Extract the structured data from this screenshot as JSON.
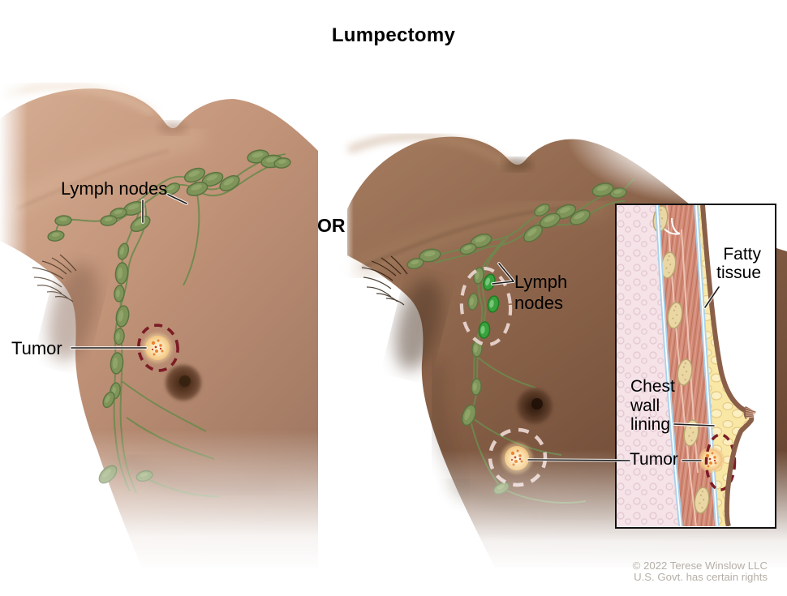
{
  "title": "Lumpectomy",
  "or_connector": "OR",
  "left_figure": {
    "description": "breast illustration, lighter skin tone",
    "lymph_nodes_label": "Lymph nodes",
    "tumor_label": "Tumor"
  },
  "right_figure": {
    "description": "breast illustration, darker skin tone, lymph nodes and tumor circled with dashed markers",
    "lymph_nodes_label": "Lymph nodes"
  },
  "inset": {
    "description": "cross-section of breast and chest wall",
    "fatty_tissue_label": "Fatty tissue",
    "chest_wall_lining_label": "Chest wall lining",
    "tumor_label": "Tumor"
  },
  "credit": {
    "line1": "© 2022 Terese Winslow LLC",
    "line2": "U.S. Govt. has certain rights"
  },
  "colors": {
    "skin_light": "#c49a82",
    "skin_dark": "#8a6249",
    "lymph_node_green": "#7e9459",
    "lymph_node_bright_green": "#3aa23c",
    "tumor_dash_maroon": "#7c1b25",
    "selection_dash_pink": "#ead7d2",
    "fat_yellow": "#f9e7a6",
    "muscle_red": "#d18a77",
    "chest_wall_lining_blue": "#a9d2ec",
    "rib_tan": "#ead7a4",
    "credit_gray": "#b6afa7"
  }
}
